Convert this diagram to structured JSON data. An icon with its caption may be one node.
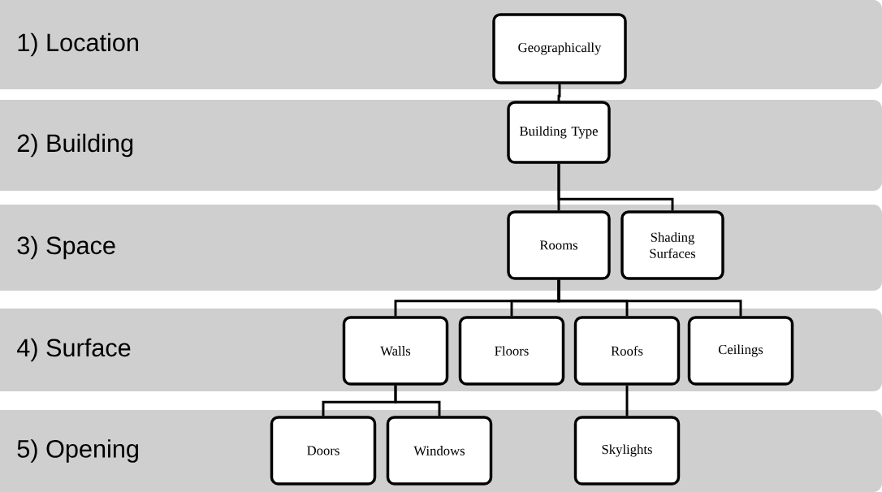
{
  "diagram": {
    "nodes": [
      {
        "text": [
          "1) Location"
        ]
      },
      {
        "text": [
          "2) Building"
        ]
      },
      {
        "text": [
          "3) Space"
        ]
      },
      {
        "text": [
          "4) Surface"
        ]
      },
      {
        "text": [
          "5) Opening"
        ]
      },
      {
        "text": [
          "Geographically"
        ],
        "in": 0
      },
      {
        "text": [
          "Building Type"
        ],
        "in": 1
      },
      {
        "text": [
          "Rooms"
        ],
        "in": 2
      },
      {
        "text": [
          "Shading Surfaces"
        ],
        "in": 2
      },
      {
        "text": [
          "Walls"
        ],
        "in": 3
      },
      {
        "text": [
          "Floors"
        ],
        "in": 3
      },
      {
        "text": [
          "Roofs"
        ],
        "in": 3
      },
      {
        "text": [
          "Ceilings"
        ],
        "in": 3
      },
      {
        "text": [
          "Doors"
        ],
        "in": 4
      },
      {
        "text": [
          "Windows"
        ],
        "in": 4
      },
      {
        "text": [
          "Skylights"
        ],
        "in": 4
      }
    ],
    "edges": [
      {
        "from": 5,
        "to": 6,
        "arrow": "none"
      },
      {
        "from": 6,
        "to": 7,
        "arrow": "none"
      },
      {
        "from": 6,
        "to": 8,
        "arrow": "none"
      },
      {
        "from": 7,
        "to": 9,
        "arrow": "none"
      },
      {
        "from": 7,
        "to": 10,
        "arrow": "none"
      },
      {
        "from": 7,
        "to": 11,
        "arrow": "none"
      },
      {
        "from": 7,
        "to": 12,
        "arrow": "none"
      },
      {
        "from": 9,
        "to": 13,
        "arrow": "none"
      },
      {
        "from": 9,
        "to": 14,
        "arrow": "none"
      },
      {
        "from": 11,
        "to": 15,
        "arrow": "none"
      }
    ]
  }
}
